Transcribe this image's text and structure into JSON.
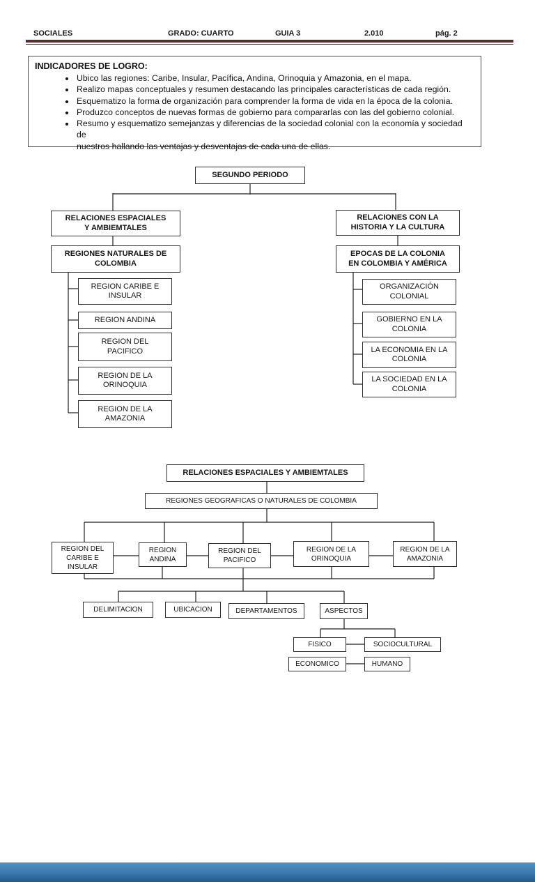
{
  "header": {
    "subject": "SOCIALES",
    "grade": "GRADO: CUARTO",
    "guide": "GUIA 3",
    "year": "2.010",
    "page": "pág. 2"
  },
  "indicators": {
    "title": "INDICADORES DE LOGRO:",
    "items": [
      "Ubico las regiones: Caribe, Insular, Pacífica, Andina, Orinoquia y Amazonia, en el mapa.",
      "Realizo mapas conceptuales y resumen destacando las principales características de cada región.",
      "Esquematizo la forma de organización para comprender la forma de vida en la época de la colonia.",
      "Produzco conceptos de nuevas formas de gobierno para compararlas con las del gobierno colonial.",
      "Resumo y esquematizo semejanzas y diferencias de la sociedad colonial con la economía y sociedad de\nnuestros hallando las ventajas y desventajas de cada una de ellas."
    ]
  },
  "map1": {
    "root": "SEGUNDO PERIODO",
    "left": {
      "title": "RELACIONES ESPACIALES\nY AMBIEMTALES",
      "subtitle": "REGIONES NATURALES DE\nCOLOMBIA",
      "children": [
        "REGION CARIBE  E\nINSULAR",
        "REGION ANDINA",
        "REGION DEL\nPACIFICO",
        "REGION DE LA\nORINOQUIA",
        "REGION DE LA\nAMAZONIA"
      ]
    },
    "right": {
      "title": "RELACIONES CON LA\nHISTORIA Y LA CULTURA",
      "subtitle": "EPOCAS DE LA COLONIA\nEN COLOMBIA Y AMÉRICA",
      "children": [
        "ORGANIZACIÓN\nCOLONIAL",
        "GOBIERNO EN LA\nCOLONIA",
        "LA ECONOMIA EN LA\nCOLONIA",
        "LA SOCIEDAD  EN LA\nCOLONIA"
      ]
    }
  },
  "map2": {
    "root": "RELACIONES ESPACIALES Y AMBIEMTALES",
    "level2": "REGIONES  GEOGRAFICAS O NATURALES   DE  COLOMBIA",
    "regions": [
      "REGION DEL\nCARIBE E\nINSULAR",
      "REGION\nANDINA",
      "REGION DEL\nPACIFICO",
      "REGION  DE LA\nORINOQUIA",
      "REGION DE LA\nAMAZONIA"
    ],
    "topics": [
      "DELIMITACION",
      "UBICACION",
      "DEPARTAMENTOS",
      "ASPECTOS"
    ],
    "aspects": [
      "FISICO",
      "SOCIOCULTURAL",
      "ECONOMICO",
      "HUMANO"
    ]
  },
  "colors": {
    "header_rule": "#5e2b2b",
    "box_border": "#2e2e2e",
    "footer_blue": "#3a78ad"
  }
}
